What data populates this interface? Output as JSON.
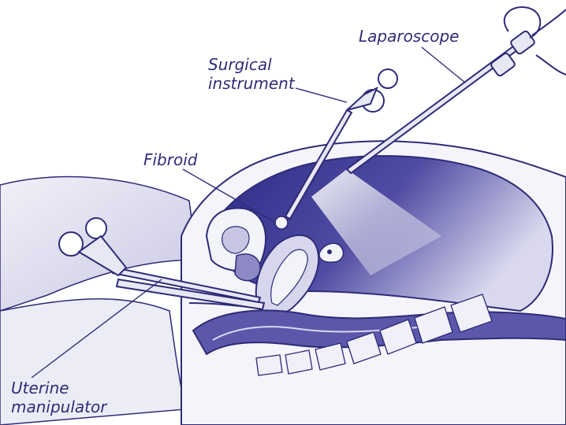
{
  "labels": {
    "laparoscope": "Laparoscope",
    "surgical_instrument": [
      "Surgical",
      "instrument"
    ],
    "fibroid": "Fibroid",
    "uterine_manipulator": [
      "Uterine",
      "manipulator"
    ]
  },
  "colors": {
    "outline": "#2e2b78",
    "cavity": "#3c3a92",
    "tissue_light": "#e4e3f1",
    "tissue_mid": "#b9b7da",
    "label_text": "#2e2b78"
  }
}
